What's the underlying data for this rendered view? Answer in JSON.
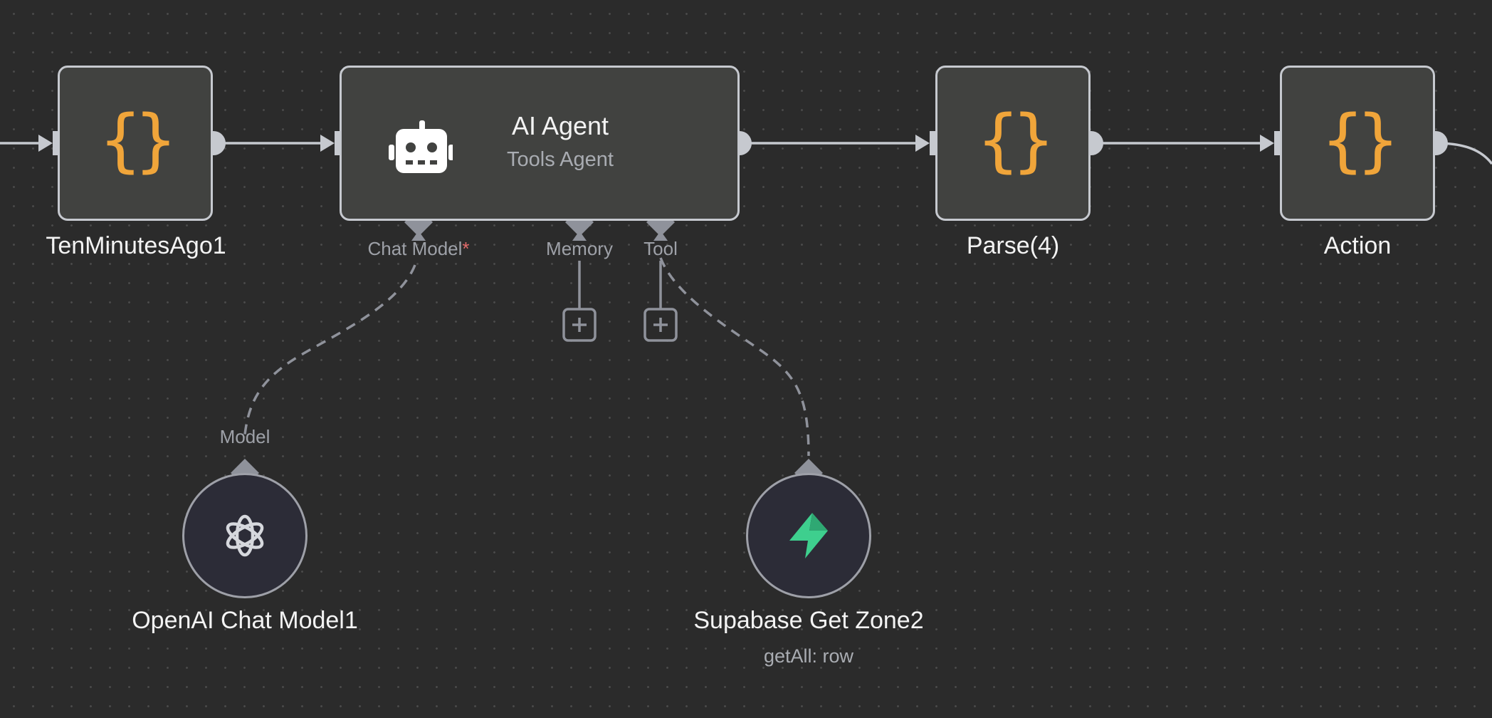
{
  "colors": {
    "canvas_bg": "#2b2b2b",
    "node_fill": "#414240",
    "node_border": "#c6c9cf",
    "code_icon": "#f0a53a",
    "supabase_green": "#3ecf8e",
    "required_marker": "#e46b6b"
  },
  "nodes": {
    "ten_minutes_ago": {
      "label": "TenMinutesAgo1",
      "icon": "braces-icon"
    },
    "ai_agent": {
      "title": "AI Agent",
      "subtitle": "Tools Agent",
      "icon": "robot-icon"
    },
    "parse": {
      "label": "Parse(4)",
      "icon": "braces-icon"
    },
    "action": {
      "label": "Action",
      "icon": "braces-icon"
    },
    "openai_chat_model": {
      "label": "OpenAI Chat Model1",
      "icon": "openai-icon"
    },
    "supabase_get_zone": {
      "label": "Supabase Get Zone2",
      "subtitle": "getAll: row",
      "icon": "supabase-icon"
    }
  },
  "ports": {
    "chat_model": {
      "label": "Chat Model",
      "required_marker": "*"
    },
    "memory": {
      "label": "Memory"
    },
    "tool": {
      "label": "Tool"
    },
    "model": {
      "label": "Model"
    }
  }
}
